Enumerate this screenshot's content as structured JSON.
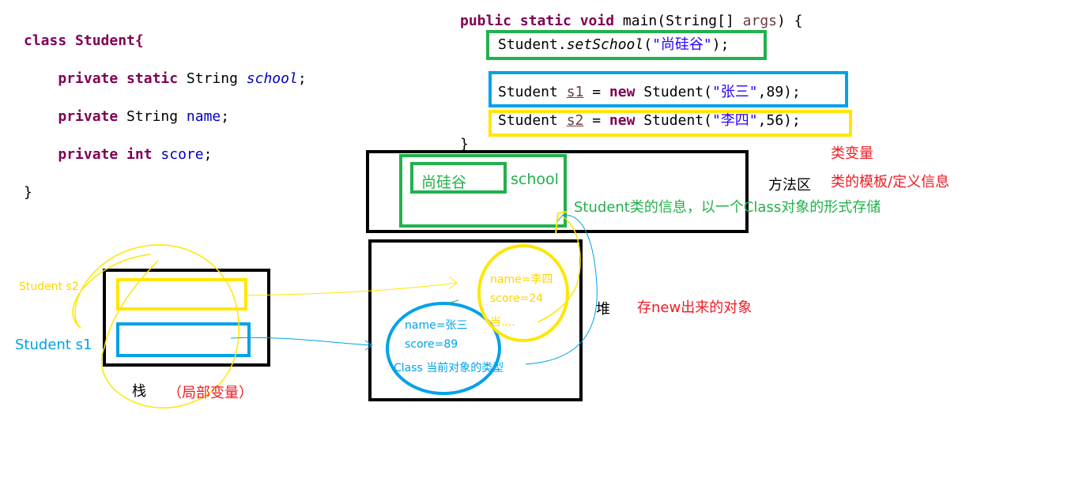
{
  "class_code": {
    "line1": "class Student{",
    "school_kw": "private static",
    "school_type": " String ",
    "school_name": "school",
    "name_kw": "private",
    "name_type": " String ",
    "name_name": "name",
    "score_kw": "private int",
    "score_name": "score",
    "close": "}"
  },
  "main_code": {
    "kw": "public static void",
    "sig": " main(String[] ",
    "args": "args",
    "sig_end": ") {",
    "set_prefix": "Student.",
    "set_method": "setSchool",
    "set_open": "(",
    "set_arg": "\"尚硅谷\"",
    "set_close": ");",
    "s1_type": "Student ",
    "s1_var": "s1",
    "s1_eq": " = ",
    "s1_new": "new",
    "s1_ctor": " Student(",
    "s1_arg": "\"张三\"",
    "s1_end": ",89);",
    "s2_type": "Student ",
    "s2_var": "s2",
    "s2_eq": " = ",
    "s2_new": "new",
    "s2_ctor": " Student(",
    "s2_arg": "\"李四\"",
    "s2_end": ",56);",
    "close": "}"
  },
  "method_area": {
    "school_value": "尚硅谷",
    "school_label": "school",
    "label": "方法区",
    "class_var_note": "类变量",
    "template_note": "类的模板/定义信息",
    "class_info_note": "Student类的信息，以一个Class对象的形式存储"
  },
  "heap": {
    "label": "堆",
    "note": "存new出来的对象",
    "obj1_name": "name=张三",
    "obj1_score": "score=89",
    "obj1_class": "Class  当前对象的类型",
    "obj2_name": "name=李四",
    "obj2_score": "score=24",
    "obj2_class": "当...."
  },
  "stack": {
    "label": "栈",
    "note": "（局部变量）",
    "s2_label": "Student s2",
    "s1_label": "Student s1"
  },
  "colors": {
    "green": "#22b14c",
    "blue": "#00a2e8",
    "yellow": "#ffe600",
    "red": "#ed1c24",
    "black": "#000000"
  }
}
